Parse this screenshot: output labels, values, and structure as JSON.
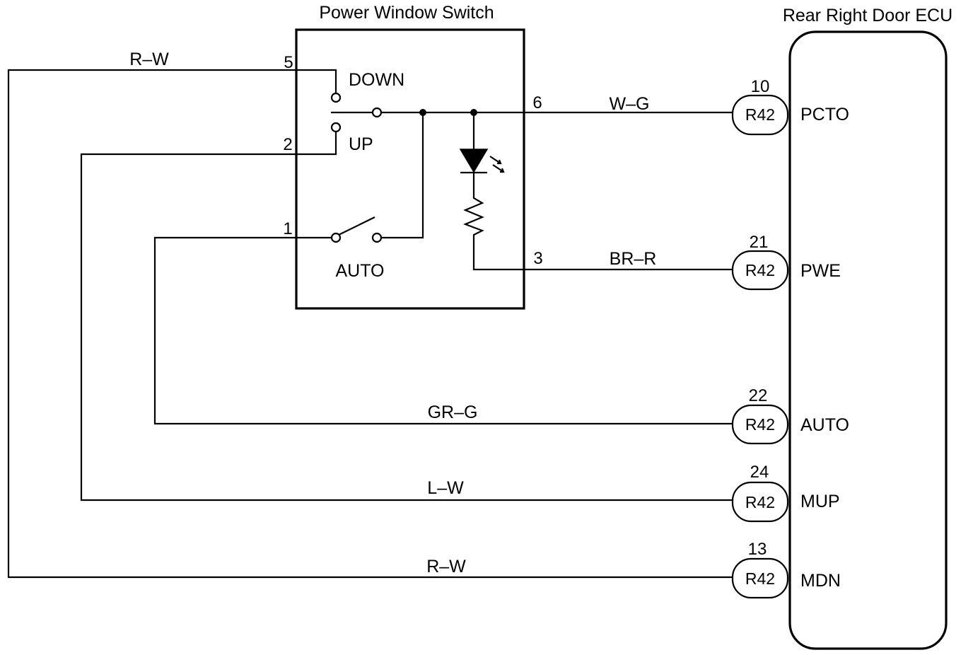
{
  "switch": {
    "title": "Power Window Switch",
    "labels": {
      "down": "DOWN",
      "up": "UP",
      "auto": "AUTO"
    }
  },
  "ecu": {
    "title": "Rear Right Door ECU"
  },
  "switch_pins": {
    "p5": "5",
    "p2": "2",
    "p1": "1",
    "p6": "6",
    "p3": "3"
  },
  "wires": {
    "rw_top": "R–W",
    "wg": "W–G",
    "brr": "BR–R",
    "grg": "GR–G",
    "lw": "L–W",
    "rw_bottom": "R–W"
  },
  "connectors": [
    {
      "pin": "10",
      "connector": "R42",
      "signal": "PCTO"
    },
    {
      "pin": "21",
      "connector": "R42",
      "signal": "PWE"
    },
    {
      "pin": "22",
      "connector": "R42",
      "signal": "AUTO"
    },
    {
      "pin": "24",
      "connector": "R42",
      "signal": "MUP"
    },
    {
      "pin": "13",
      "connector": "R42",
      "signal": "MDN"
    }
  ]
}
